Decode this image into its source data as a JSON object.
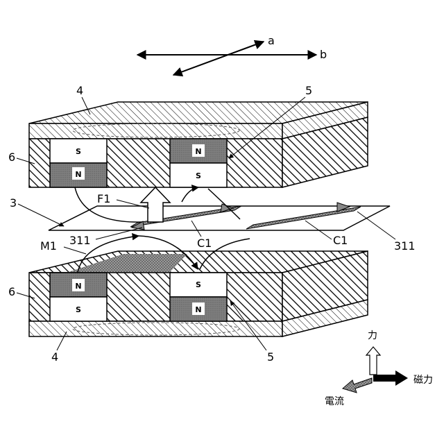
{
  "labels": {
    "axis_a": "a",
    "axis_b": "b",
    "upper_yoke": "4",
    "lower_yoke": "4",
    "upper_magnet_ref": "5",
    "lower_magnet_ref": "5",
    "upper_frame": "6",
    "lower_frame": "6",
    "coil_board": "3",
    "force": "F1",
    "magnetic_flux": "M1",
    "coil_left": "C1",
    "coil_right": "C1",
    "conductor_left": "311",
    "conductor_right": "311"
  },
  "poles": {
    "upper_left_top": "S",
    "upper_left_bottom": "N",
    "upper_right_top": "N",
    "upper_right_bottom": "S",
    "lower_left_top": "N",
    "lower_left_bottom": "S",
    "lower_right_top": "S",
    "lower_right_bottom": "N"
  },
  "legend": {
    "force": "力",
    "magnetic_force": "磁力",
    "current": "電流"
  },
  "colors": {
    "line": "#000000",
    "magnet_dark": "#7f7f7f",
    "background": "#ffffff"
  }
}
